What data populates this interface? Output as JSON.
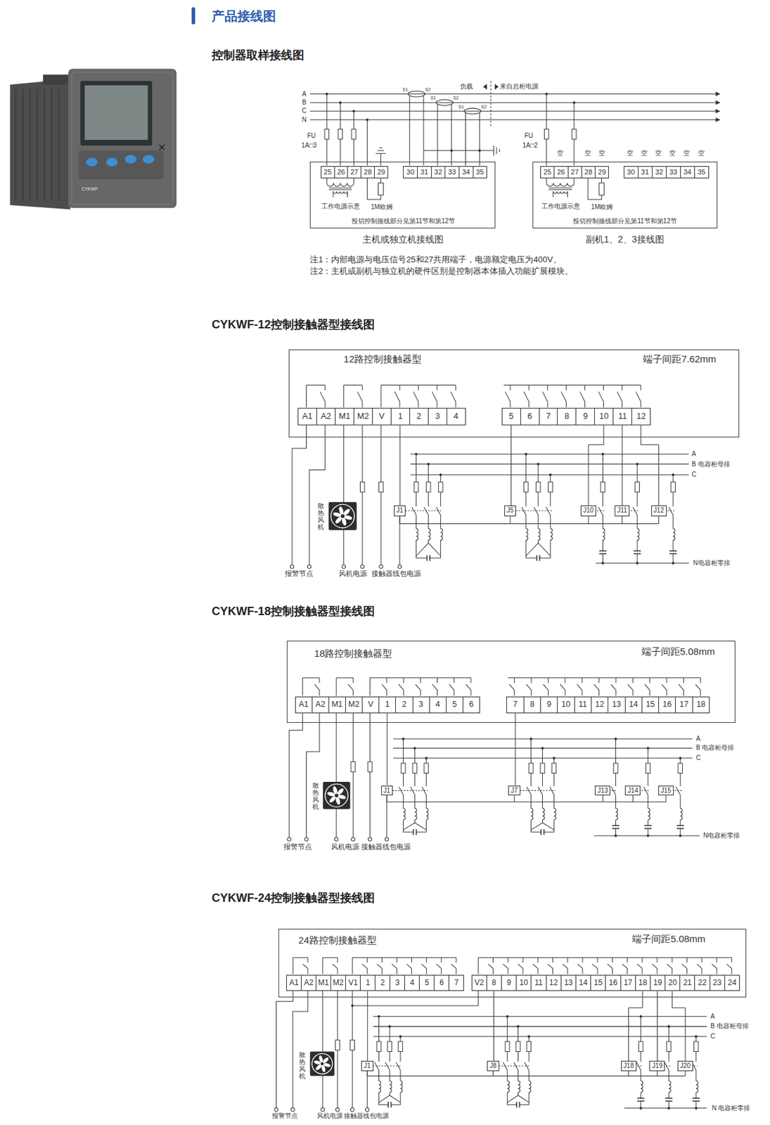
{
  "diagram": {
    "title": "产品接线图",
    "nodes": [
      {
        "text": [
          "工作电源示意",
          "1M欧姆",
          "投切控制接线部分见第11节和第12节",
          "主机或独立机接线图"
        ]
      },
      {
        "text": [
          "25",
          "26",
          "27",
          "28",
          "29"
        ],
        "in": 0
      },
      {
        "text": [
          "30",
          "31",
          "32",
          "33",
          "34",
          "35"
        ],
        "in": 0
      },
      {
        "text": [
          "工作电源示意",
          "1M欧姆",
          "投切控制接线部分见第11节和第12节",
          "副机1、2、3接线图"
        ]
      },
      {
        "text": [
          "25",
          "26",
          "27",
          "28",
          "29"
        ],
        "in": 3
      },
      {
        "text": [
          "30",
          "31",
          "32",
          "33",
          "34",
          "35"
        ],
        "in": 3
      },
      {
        "text": [
          "12路控制接触器型",
          "端子间距7.62mm"
        ]
      },
      {
        "text": [
          "A1",
          "A2",
          "M1",
          "M2",
          "V",
          "1",
          "2",
          "3",
          "4"
        ],
        "in": 6
      },
      {
        "text": [
          "5",
          "6",
          "7",
          "8",
          "9",
          "10",
          "11",
          "12"
        ],
        "in": 6
      },
      {
        "text": [
          "J1"
        ]
      },
      {
        "text": [
          "J5"
        ]
      },
      {
        "text": [
          "J10"
        ]
      },
      {
        "text": [
          "J11"
        ]
      },
      {
        "text": [
          "J12"
        ]
      },
      {
        "text": [
          "18路控制接触器型",
          "端子间距5.08mm"
        ]
      },
      {
        "text": [
          "A1",
          "A2",
          "M1",
          "M2",
          "V",
          "1",
          "2",
          "3",
          "4",
          "5",
          "6"
        ],
        "in": 14
      },
      {
        "text": [
          "7",
          "8",
          "9",
          "10",
          "11",
          "12",
          "13",
          "14",
          "15",
          "16",
          "17",
          "18"
        ],
        "in": 14
      },
      {
        "text": [
          "J1"
        ]
      },
      {
        "text": [
          "J7"
        ]
      },
      {
        "text": [
          "J13"
        ]
      },
      {
        "text": [
          "J14"
        ]
      },
      {
        "text": [
          "J15"
        ]
      },
      {
        "text": [
          "24路控制接触器型",
          "端子间距5.08mm"
        ]
      },
      {
        "text": [
          "A1",
          "A2",
          "M1",
          "M2",
          "V1",
          "1",
          "2",
          "3",
          "4",
          "5",
          "6",
          "7"
        ],
        "in": 22
      },
      {
        "text": [
          "V2",
          "8",
          "9",
          "10",
          "11",
          "12",
          "13",
          "14",
          "15",
          "16",
          "17",
          "18",
          "19",
          "20",
          "21",
          "22",
          "23",
          "24"
        ],
        "in": 22
      },
      {
        "text": [
          "J1"
        ]
      },
      {
        "text": [
          "J8"
        ]
      },
      {
        "text": [
          "J18"
        ]
      },
      {
        "text": [
          "J19"
        ]
      },
      {
        "text": [
          "J20"
        ]
      }
    ],
    "edges": [
      {
        "from": 7,
        "to": 9,
        "arrow": "none"
      },
      {
        "from": 8,
        "to": 10,
        "arrow": "none"
      },
      {
        "from": 8,
        "to": 11,
        "arrow": "none"
      },
      {
        "from": 8,
        "to": 12,
        "arrow": "none"
      },
      {
        "from": 8,
        "to": 13,
        "arrow": "none"
      },
      {
        "from": 15,
        "to": 17,
        "arrow": "none"
      },
      {
        "from": 16,
        "to": 18,
        "arrow": "none"
      },
      {
        "from": 23,
        "to": 25,
        "arrow": "none"
      },
      {
        "from": 24,
        "to": 26,
        "arrow": "none"
      },
      {
        "from": 24,
        "to": 27,
        "arrow": "none"
      },
      {
        "from": 24,
        "to": 28,
        "arrow": "none"
      },
      {
        "from": 24,
        "to": 29,
        "arrow": "none"
      }
    ],
    "labels": [
      "CYKWF",
      "控制器取样接线图",
      "A",
      "B",
      "C",
      "N",
      "负载",
      "来自总柜电源",
      "S1",
      "S2",
      "S1",
      "S2",
      "S1",
      "S2",
      "FU",
      "1A□3",
      "FU",
      "1A□2",
      "空",
      "空",
      "空",
      "空",
      "空",
      "空",
      "空",
      "空",
      "空",
      "注1：内部电源与电压信号25和27共用端子，电源额定电压为400V。",
      "注2：主机或副机与独立机的硬件区别是控制器本体插入功能扩展模块。",
      "CYKWF-12控制接触器型接线图",
      "散热风机",
      "报警节点",
      "风机电源",
      "接触器线包电源",
      "A",
      "B 电容柜母排",
      "C",
      "N电容柜零排",
      "CYKWF-18控制接触器型接线图",
      "散热风机",
      "报警节点",
      "风机电源",
      "接触器线包电源",
      "A",
      "B 电容柜母排",
      "C",
      "N电容柜零排",
      "CYKWF-24控制接触器型接线图",
      "散热风机",
      "报警节点",
      "风机电源",
      "接触器线包电源",
      "A",
      "B 电容柜母排",
      "C",
      "N 电容柜零排"
    ]
  }
}
